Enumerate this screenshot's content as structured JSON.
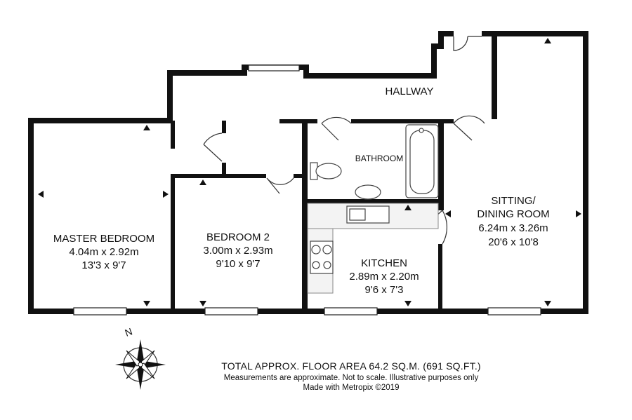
{
  "rooms": {
    "hallway": {
      "name": "HALLWAY"
    },
    "bathroom": {
      "name": "BATHROOM"
    },
    "master_bedroom": {
      "name": "MASTER BEDROOM",
      "metric": "4.04m x 2.92m",
      "imperial": "13'3 x 9'7"
    },
    "bedroom2": {
      "name": "BEDROOM 2",
      "metric": "3.00m x 2.93m",
      "imperial": "9'10 x 9'7"
    },
    "kitchen": {
      "name": "KITCHEN",
      "metric": "2.89m x 2.20m",
      "imperial": "9'6 x 7'3"
    },
    "sitting": {
      "name_line1": "SITTING/",
      "name_line2": "DINING ROOM",
      "metric": "6.24m x 3.26m",
      "imperial": "20'6 x 10'8"
    }
  },
  "compass": {
    "north_label": "N"
  },
  "footer": {
    "total_area": "TOTAL APPROX. FLOOR AREA 64.2 SQ.M. (691 SQ.FT.)",
    "disclaimer": "Measurements are approximate.  Not to scale.  Illustrative purposes only",
    "made_with": "Made with Metropix ©2019"
  },
  "colors": {
    "wall": "#111111",
    "fixture_stroke": "#444444",
    "background": "#ffffff"
  }
}
